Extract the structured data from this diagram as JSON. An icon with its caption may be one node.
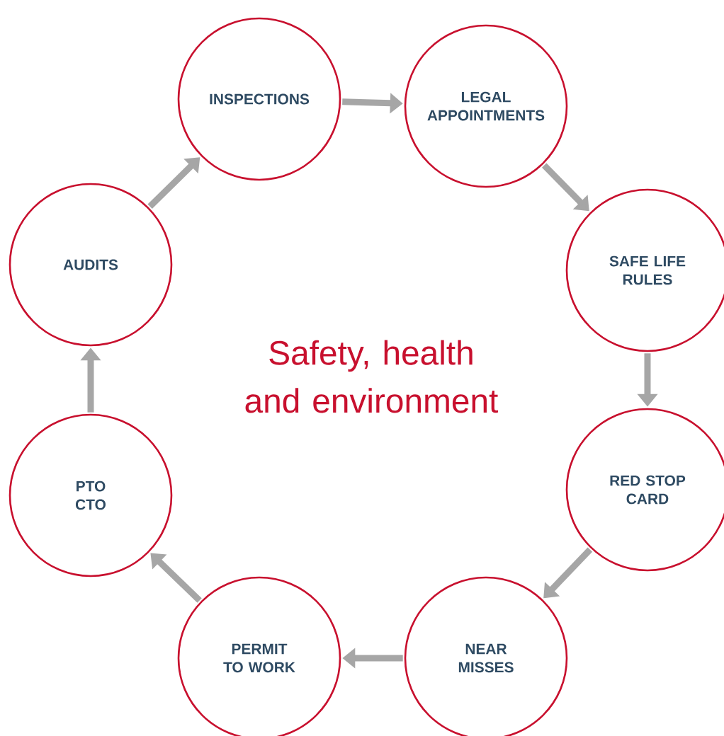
{
  "diagram": {
    "title": "Safety, health and environment",
    "nodes": [
      {
        "text": [
          "INSPECTIONS"
        ]
      },
      {
        "text": [
          "LEGAL APPOINTMENTS"
        ]
      },
      {
        "text": [
          "AUDITS"
        ]
      },
      {
        "text": [
          "SAFE LIFE RULES"
        ]
      },
      {
        "text": [
          "PTO CTO"
        ]
      },
      {
        "text": [
          "RED STOP CARD"
        ]
      },
      {
        "text": [
          "PERMIT TO WORK"
        ]
      },
      {
        "text": [
          "NEAR MISSES"
        ]
      }
    ],
    "edges": [
      {
        "from": 0,
        "to": 1,
        "arrow": "to"
      },
      {
        "from": 1,
        "to": 3,
        "arrow": "to"
      },
      {
        "from": 3,
        "to": 5,
        "arrow": "to"
      },
      {
        "from": 5,
        "to": 7,
        "arrow": "to"
      },
      {
        "from": 7,
        "to": 6,
        "arrow": "to"
      },
      {
        "from": 6,
        "to": 4,
        "arrow": "to"
      },
      {
        "from": 4,
        "to": 2,
        "arrow": "to"
      },
      {
        "from": 2,
        "to": 0,
        "arrow": "to"
      }
    ]
  }
}
